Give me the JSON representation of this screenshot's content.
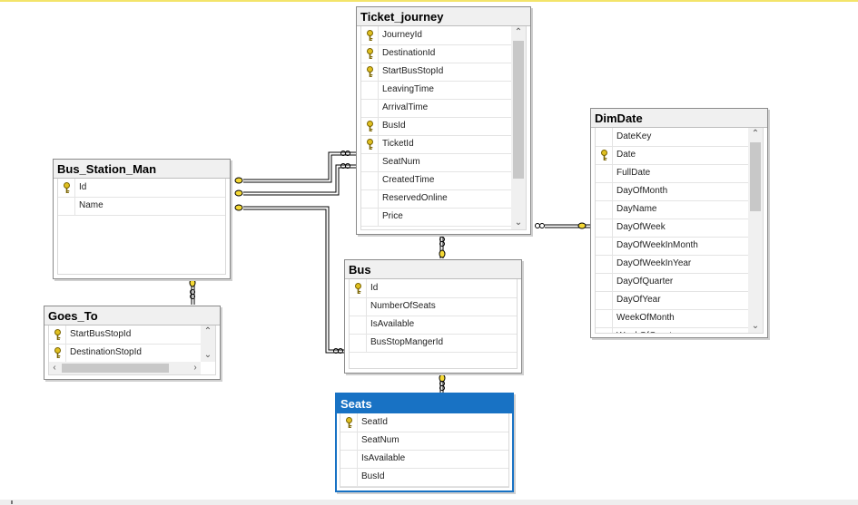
{
  "tables": {
    "ticket_journey": {
      "title": "Ticket_journey",
      "columns": [
        {
          "name": "JourneyId",
          "key": true
        },
        {
          "name": "DestinationId",
          "key": true
        },
        {
          "name": "StartBusStopId",
          "key": true
        },
        {
          "name": "LeavingTime",
          "key": false
        },
        {
          "name": "ArrivalTime",
          "key": false
        },
        {
          "name": "BusId",
          "key": true
        },
        {
          "name": "TicketId",
          "key": true
        },
        {
          "name": "SeatNum",
          "key": false
        },
        {
          "name": "CreatedTime",
          "key": false
        },
        {
          "name": "ReservedOnline",
          "key": false
        },
        {
          "name": "Price",
          "key": false
        }
      ]
    },
    "dim_date": {
      "title": "DimDate",
      "columns": [
        {
          "name": "DateKey",
          "key": false
        },
        {
          "name": "Date",
          "key": true
        },
        {
          "name": "FullDate",
          "key": false
        },
        {
          "name": "DayOfMonth",
          "key": false
        },
        {
          "name": "DayName",
          "key": false
        },
        {
          "name": "DayOfWeek",
          "key": false
        },
        {
          "name": "DayOfWeekInMonth",
          "key": false
        },
        {
          "name": "DayOfWeekInYear",
          "key": false
        },
        {
          "name": "DayOfQuarter",
          "key": false
        },
        {
          "name": "DayOfYear",
          "key": false
        },
        {
          "name": "WeekOfMonth",
          "key": false
        },
        {
          "name": "WeekOfQuarter",
          "key": false
        }
      ]
    },
    "bus_station_man": {
      "title": "Bus_Station_Man",
      "columns": [
        {
          "name": "Id",
          "key": true
        },
        {
          "name": "Name",
          "key": false
        }
      ]
    },
    "goes_to": {
      "title": "Goes_To",
      "columns": [
        {
          "name": "StartBusStopId",
          "key": true
        },
        {
          "name": "DestinationStopId",
          "key": true
        }
      ]
    },
    "bus": {
      "title": "Bus",
      "columns": [
        {
          "name": "Id",
          "key": true
        },
        {
          "name": "NumberOfSeats",
          "key": false
        },
        {
          "name": "IsAvailable",
          "key": false
        },
        {
          "name": "BusStopMangerId",
          "key": false
        }
      ]
    },
    "seats": {
      "title": "Seats",
      "columns": [
        {
          "name": "SeatId",
          "key": true
        },
        {
          "name": "SeatNum",
          "key": false
        },
        {
          "name": "IsAvailable",
          "key": false
        },
        {
          "name": "BusId",
          "key": false
        }
      ]
    }
  },
  "relationships": [
    {
      "from": "bus_station_man",
      "to": "ticket_journey"
    },
    {
      "from": "bus_station_man",
      "to": "ticket_journey"
    },
    {
      "from": "bus_station_man",
      "to": "bus"
    },
    {
      "from": "dim_date",
      "to": "ticket_journey"
    },
    {
      "from": "bus",
      "to": "ticket_journey"
    },
    {
      "from": "bus",
      "to": "seats"
    },
    {
      "from": "bus_station_man",
      "to": "goes_to"
    }
  ],
  "icons": {
    "primary_key": "key-icon",
    "scroll_up": "chevron-up-icon",
    "scroll_down": "chevron-down-icon",
    "scroll_left": "chevron-left-icon",
    "scroll_right": "chevron-right-icon"
  },
  "colors": {
    "selected_header": "#1872c4",
    "key_gold": "#e0c020",
    "line": "#000000"
  }
}
